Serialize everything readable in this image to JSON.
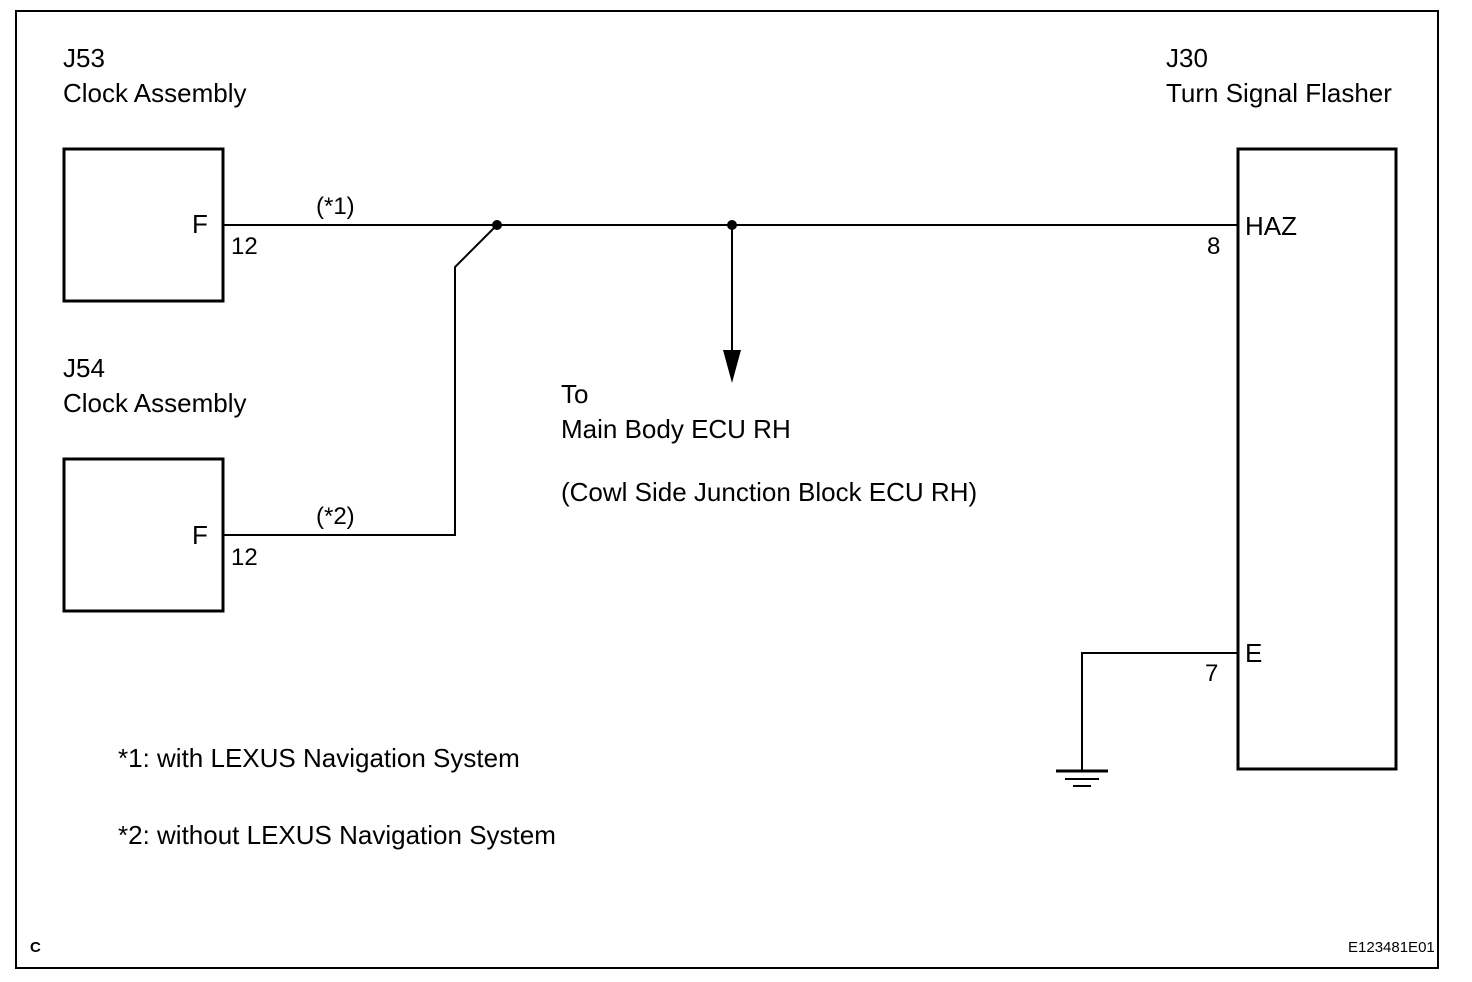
{
  "j53": {
    "code": "J53",
    "name": "Clock Assembly",
    "pin_label": "F",
    "pin_number": "12"
  },
  "j54": {
    "code": "J54",
    "name": "Clock Assembly",
    "pin_label": "F",
    "pin_number": "12"
  },
  "j30": {
    "code": "J30",
    "name": "Turn Signal Flasher",
    "pin1_label": "HAZ",
    "pin1_number": "8",
    "pin2_label": "E",
    "pin2_number": "7"
  },
  "wires": {
    "w1": "(*1)",
    "w2": "(*2)"
  },
  "destination": {
    "line1": "To",
    "line2": "Main Body ECU RH",
    "line3": "(Cowl Side Junction Block ECU RH)"
  },
  "notes": {
    "n1": "*1: with LEXUS Navigation System",
    "n2": "*2: without LEXUS Navigation System"
  },
  "footer": {
    "corner_letter": "C",
    "figure_id": "E123481E01"
  }
}
